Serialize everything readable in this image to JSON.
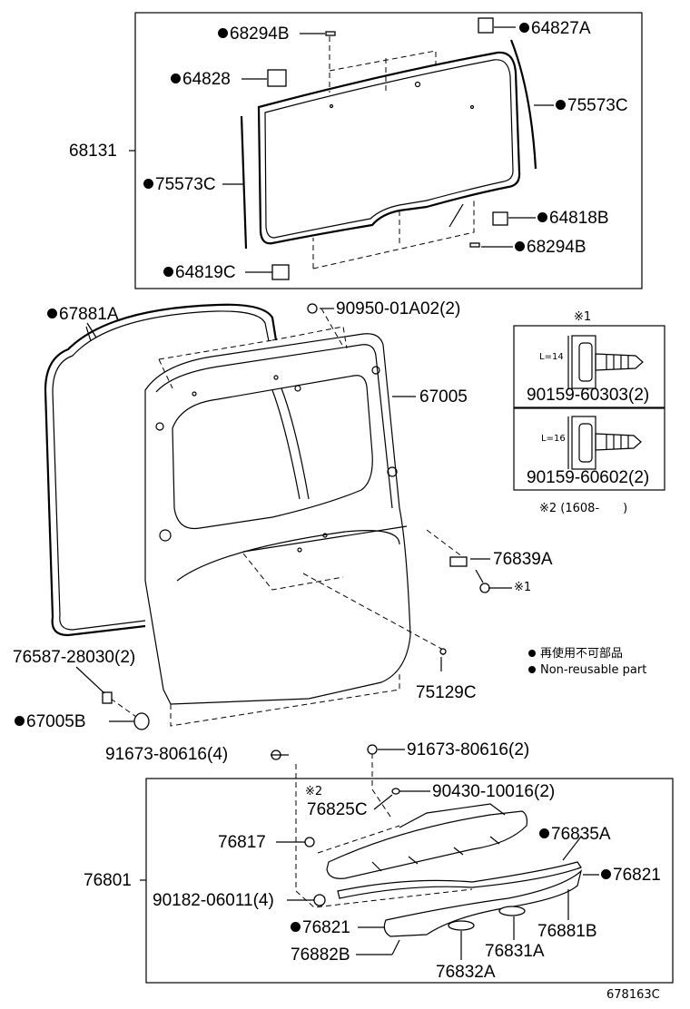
{
  "labels": {
    "p68294B_top": "68294B",
    "p64827A": "64827A",
    "p64828": "64828",
    "p75573C_right": "75573C",
    "p68131": "68131",
    "p75573C_left": "75573C",
    "p64818B": "64818B",
    "p68294B_bottom": "68294B",
    "p64819C": "64819C",
    "p67881A": "67881A",
    "p90950": "90950-01A02(2)",
    "p67005": "67005",
    "p76839A": "76839A",
    "p76587": "76587-28030(2)",
    "p75129C": "75129C",
    "p67005B": "67005B",
    "p91673_left": "91673-80616(4)",
    "p91673_right": "91673-80616(2)",
    "p90430": "90430-10016(2)",
    "p76825C": "76825C",
    "p76835A": "76835A",
    "p76817": "76817",
    "p76801": "76801",
    "p76821_right": "76821",
    "p90182": "90182-06011(4)",
    "p76821_left": "76821",
    "p76881B": "76881B",
    "p76882B": "76882B",
    "p76831A": "76831A",
    "p76832A": "76832A"
  },
  "inset": {
    "mark1": "※1",
    "bolt1_len": "L=14",
    "bolt1_part": "90159-60303(2)",
    "bolt2_len": "L=16",
    "bolt2_part": "90159-60602(2)",
    "note2": "※2 (1608-　　)",
    "marker_76839A": "※1",
    "marker_76825C": "※2"
  },
  "legend": {
    "line1": "再使用不可部品",
    "line2": "Non-reusable part"
  },
  "figure_code": "678163C"
}
